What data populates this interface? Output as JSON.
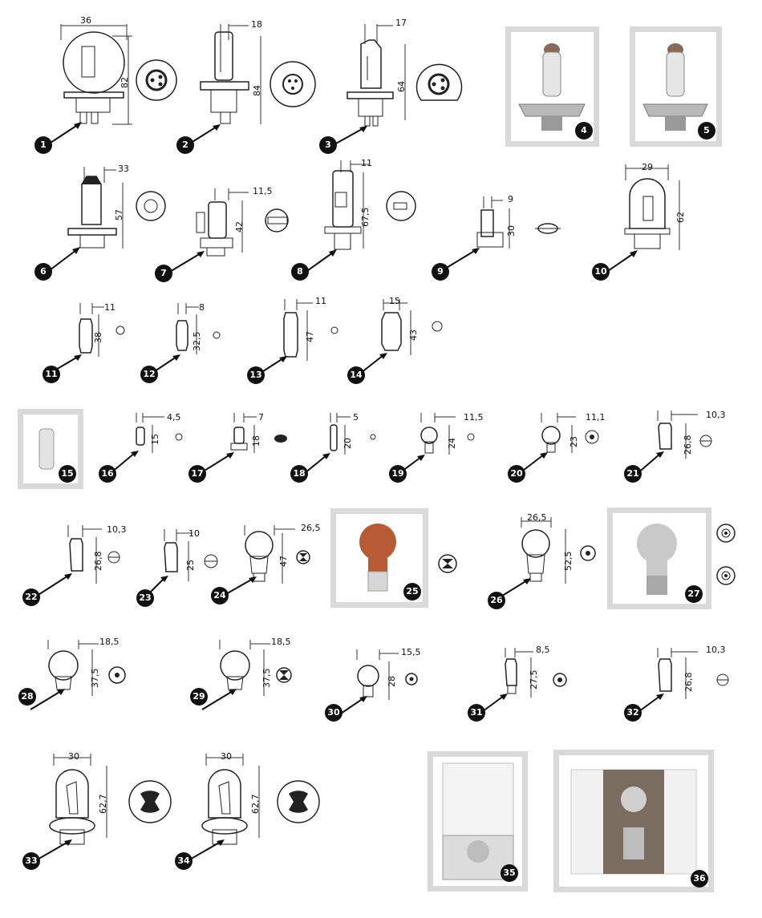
{
  "items": [
    {
      "id": "1",
      "w": "36",
      "h": "82"
    },
    {
      "id": "2",
      "w": "18",
      "h": "84"
    },
    {
      "id": "3",
      "w": "17",
      "h": "64"
    },
    {
      "id": "4"
    },
    {
      "id": "5"
    },
    {
      "id": "6",
      "w": "33",
      "h": "57"
    },
    {
      "id": "7",
      "w": "11,5",
      "h": "42"
    },
    {
      "id": "8",
      "w": "11",
      "h": "67,5"
    },
    {
      "id": "9",
      "w": "9",
      "h": "30"
    },
    {
      "id": "10",
      "w": "29",
      "h": "62"
    },
    {
      "id": "11",
      "w": "11",
      "h": "38"
    },
    {
      "id": "12",
      "w": "8",
      "h": "32,5"
    },
    {
      "id": "13",
      "w": "11",
      "h": "47"
    },
    {
      "id": "14",
      "w": "15",
      "h": "43"
    },
    {
      "id": "15"
    },
    {
      "id": "16",
      "w": "4,5",
      "h": "15"
    },
    {
      "id": "17",
      "w": "7",
      "h": "18"
    },
    {
      "id": "18",
      "w": "5",
      "h": "20"
    },
    {
      "id": "19",
      "w": "11,5",
      "h": "24"
    },
    {
      "id": "20",
      "w": "11,1",
      "h": "23"
    },
    {
      "id": "21",
      "w": "10,3",
      "h": "26,8"
    },
    {
      "id": "22",
      "w": "10,3",
      "h": "26,8"
    },
    {
      "id": "23",
      "w": "10",
      "h": "25"
    },
    {
      "id": "24",
      "w": "26,5",
      "h": "47"
    },
    {
      "id": "25"
    },
    {
      "id": "26",
      "w": "26,5",
      "h": "52,5"
    },
    {
      "id": "27"
    },
    {
      "id": "28",
      "w": "18,5",
      "h": "37,5"
    },
    {
      "id": "29",
      "w": "18,5",
      "h": "37,5"
    },
    {
      "id": "30",
      "w": "15,5",
      "h": "28"
    },
    {
      "id": "31",
      "w": "8,5",
      "h": "27,5"
    },
    {
      "id": "32",
      "w": "10,3",
      "h": "26,8"
    },
    {
      "id": "33",
      "w": "30",
      "h": "62,7"
    },
    {
      "id": "34",
      "w": "30",
      "h": "62,7"
    },
    {
      "id": "35"
    },
    {
      "id": "36"
    }
  ]
}
